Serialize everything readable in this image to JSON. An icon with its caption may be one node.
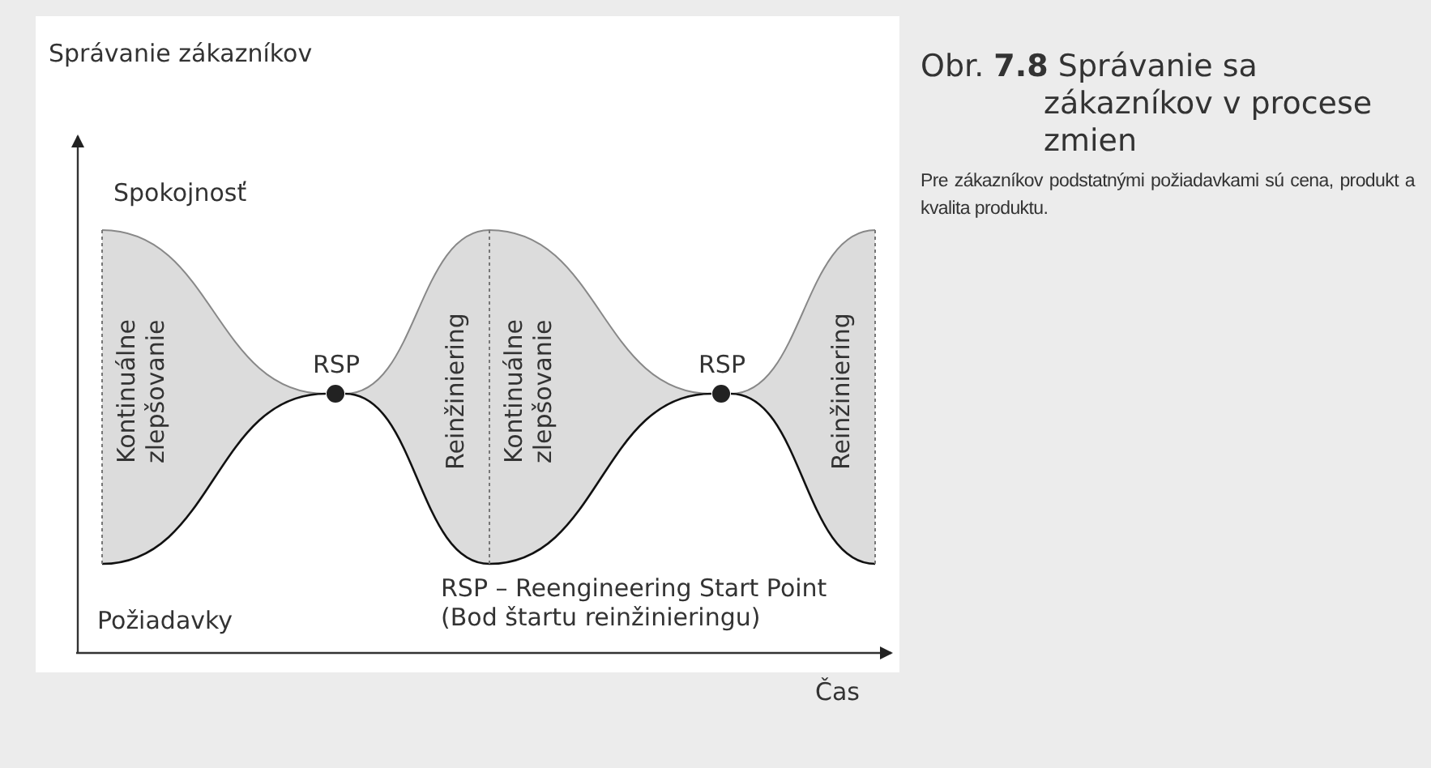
{
  "diagram": {
    "title": "Obr. **7.8** Správanie sa zákazníkov v procese zmien",
    "caption": "Pre zákazníkov podstatnými požiadavkami sú cena, produkt a kvalita produktu.",
    "nodes": [
      {
        "text": [
          "Kontinuálne zlepšovanie"
        ]
      },
      {
        "text": [
          "Reinžiniering"
        ]
      },
      {
        "text": [
          "Kontinuálne zlepšovanie"
        ]
      },
      {
        "text": [
          "Reinžiniering"
        ]
      }
    ],
    "edges": [],
    "labels": [
      "Správanie zákazníkov",
      "Spokojnosť",
      "RSP",
      "RSP",
      "RSP – Reengineering Start Point (Bod štartu reinžinieringu)",
      "Požiadavky",
      "Čas"
    ]
  }
}
